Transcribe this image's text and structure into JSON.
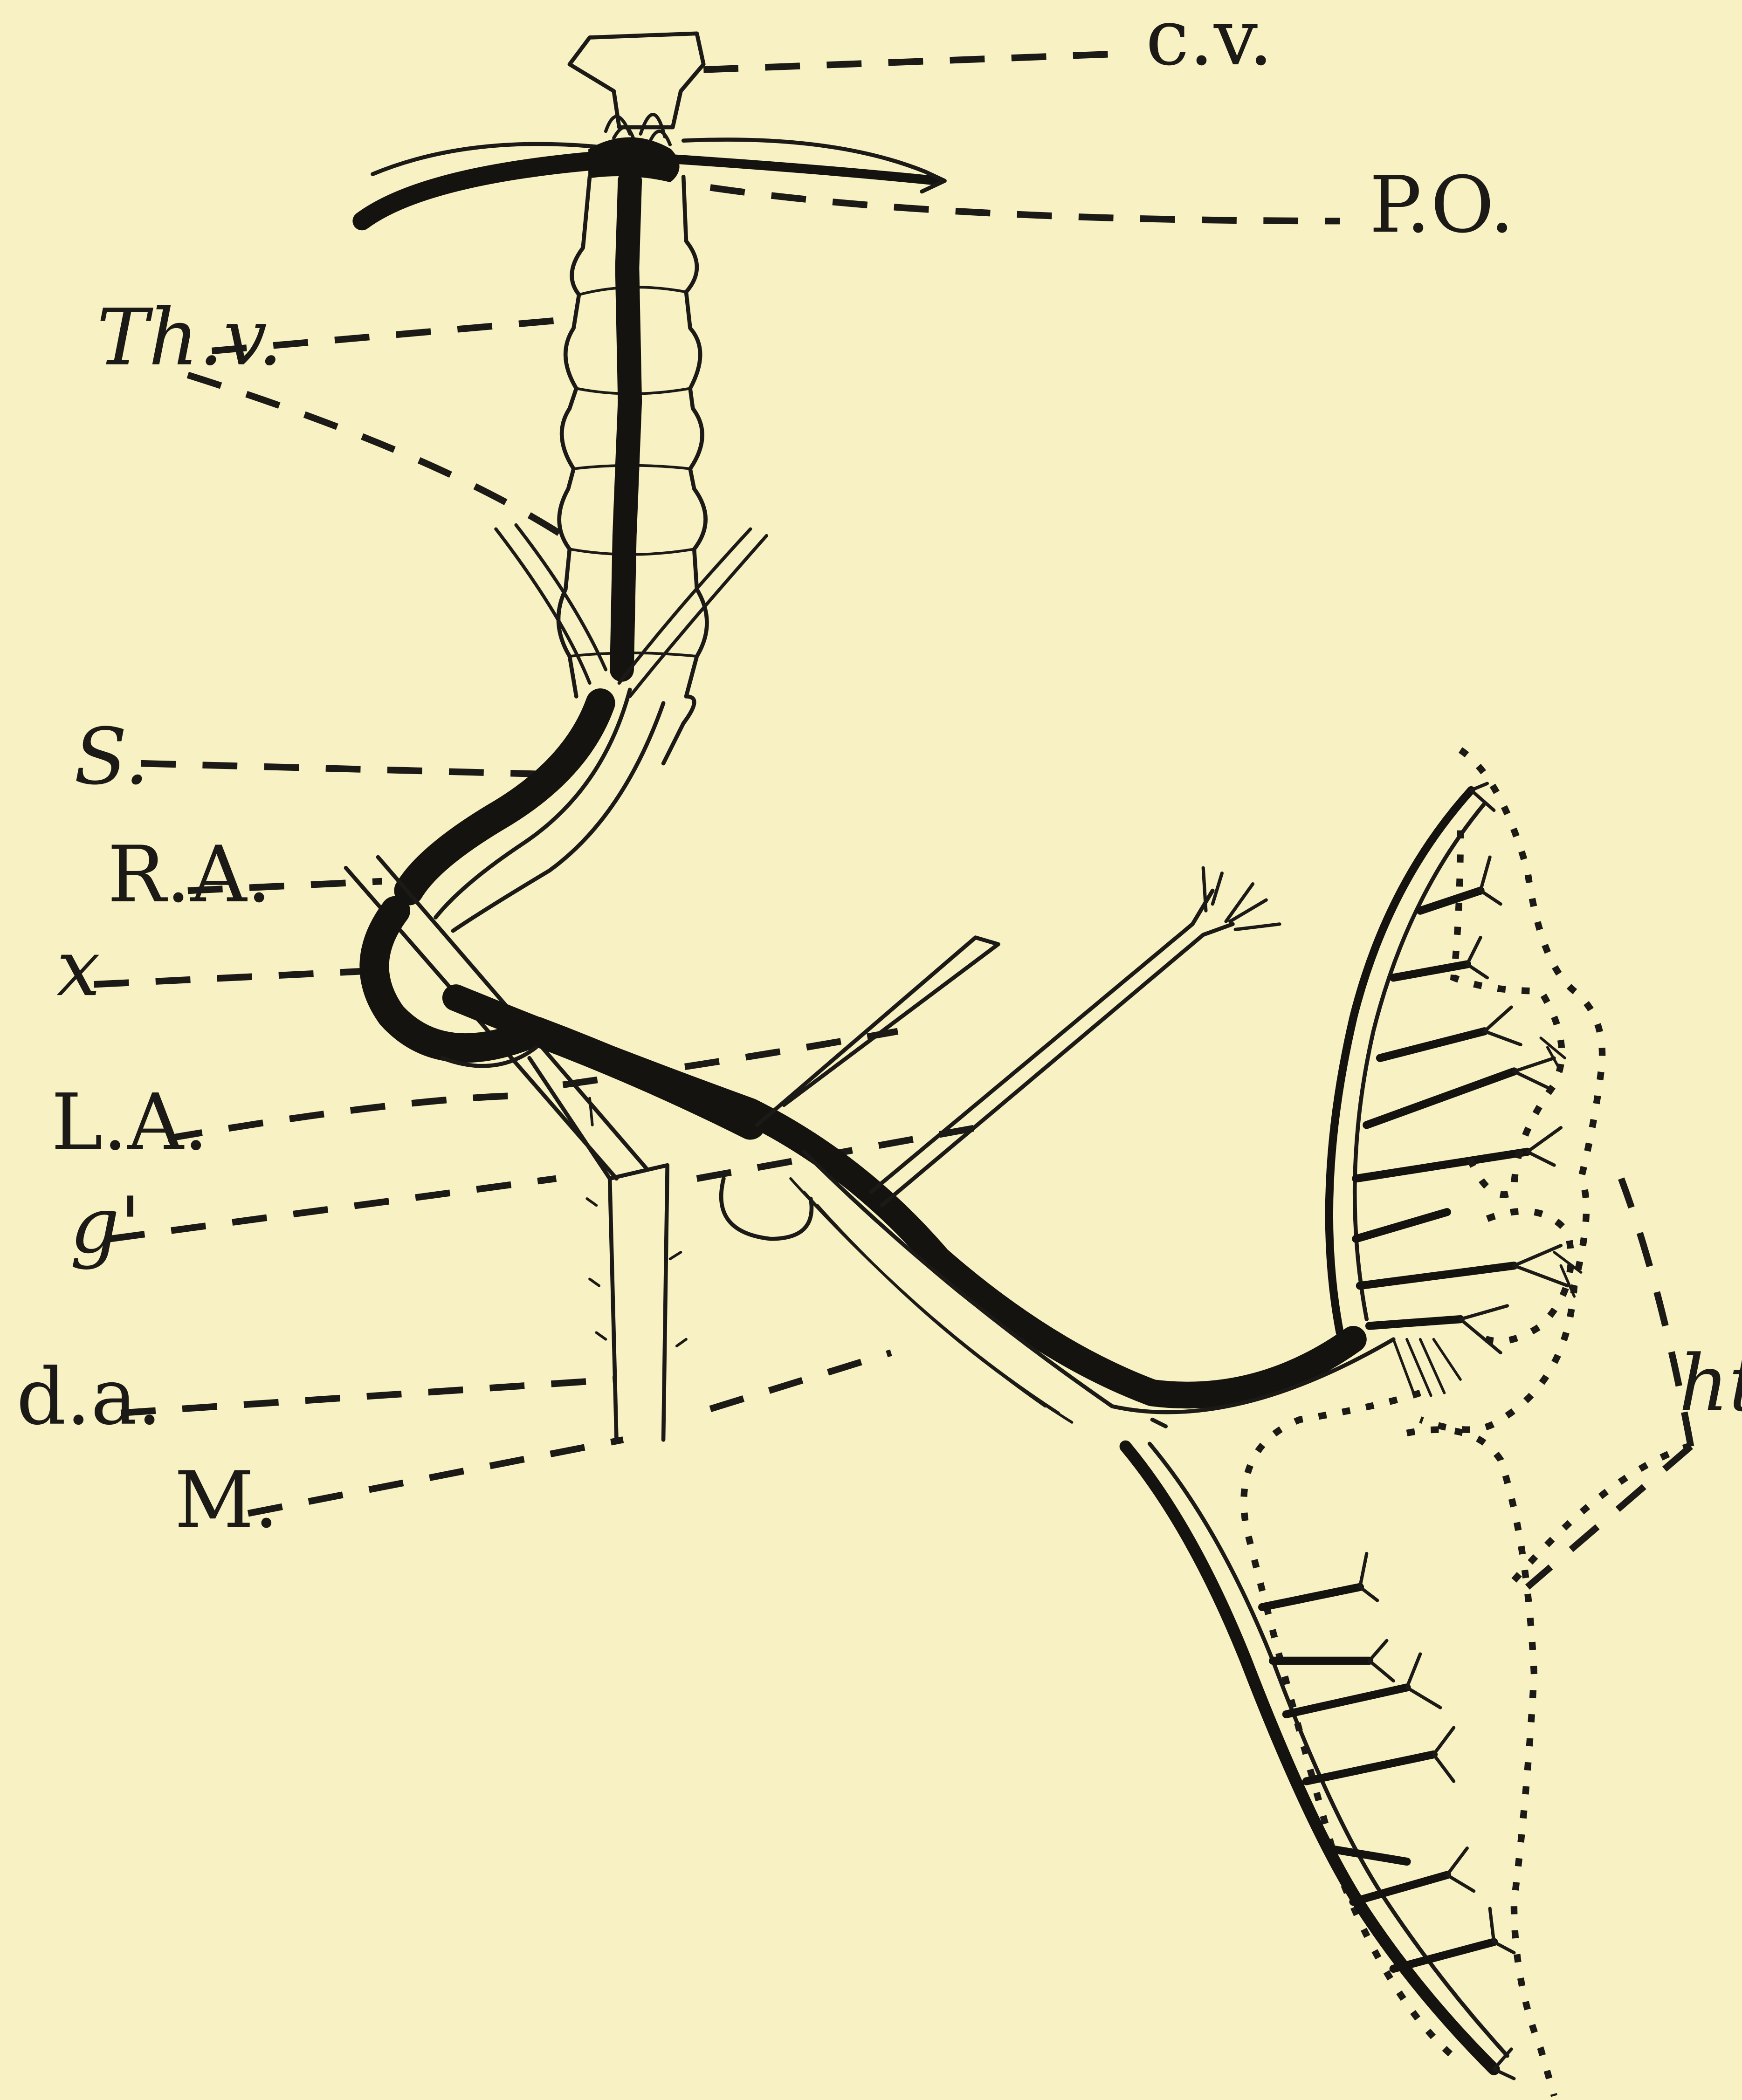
{
  "figure": {
    "background_color": "#f7f1c4",
    "ink_color": "#15130f",
    "labels": {
      "cv": "c.v.",
      "po": "P.O.",
      "thv": "Th.v.",
      "s": "S.",
      "ra": "R.A.",
      "x": "x",
      "la": "L.A.",
      "g": "g'",
      "da": "d.a.",
      "m": "M.",
      "ht": "ht"
    }
  }
}
